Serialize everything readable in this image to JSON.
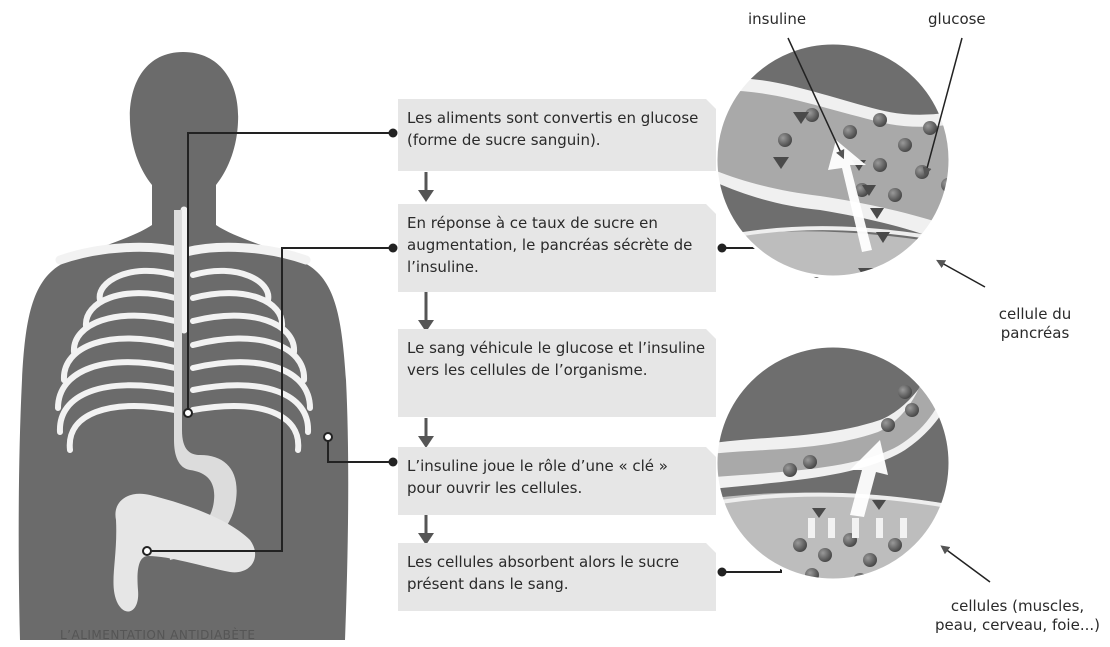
{
  "steps": [
    "Les aliments sont convertis en glucose (forme de sucre sanguin).",
    "En réponse à ce taux de sucre en augmentation, le pancréas sécrète de l’insuline.",
    "Le sang véhicule le glucose et l’insuline vers les cellules de l’organisme.",
    "L’insuline joue le rôle d’une « clé » pour ouvrir les cellules.",
    "Les cellules absorbent alors le sucre présent dans le sang."
  ],
  "labels": {
    "insuline": "insuline",
    "glucose": "glucose",
    "pancreas_cell_line1": "cellule du",
    "pancreas_cell_line2": "pancréas",
    "cells_line1": "cellules (muscles,",
    "cells_line2": "peau, cerveau, foie...)"
  },
  "footer": "L’ALIMENTATION ANTIDIABÈTE",
  "colors": {
    "body": "#6b6b6b",
    "bone": "#f2f2f2",
    "box": "#e6e6e6",
    "line": "#222222"
  }
}
